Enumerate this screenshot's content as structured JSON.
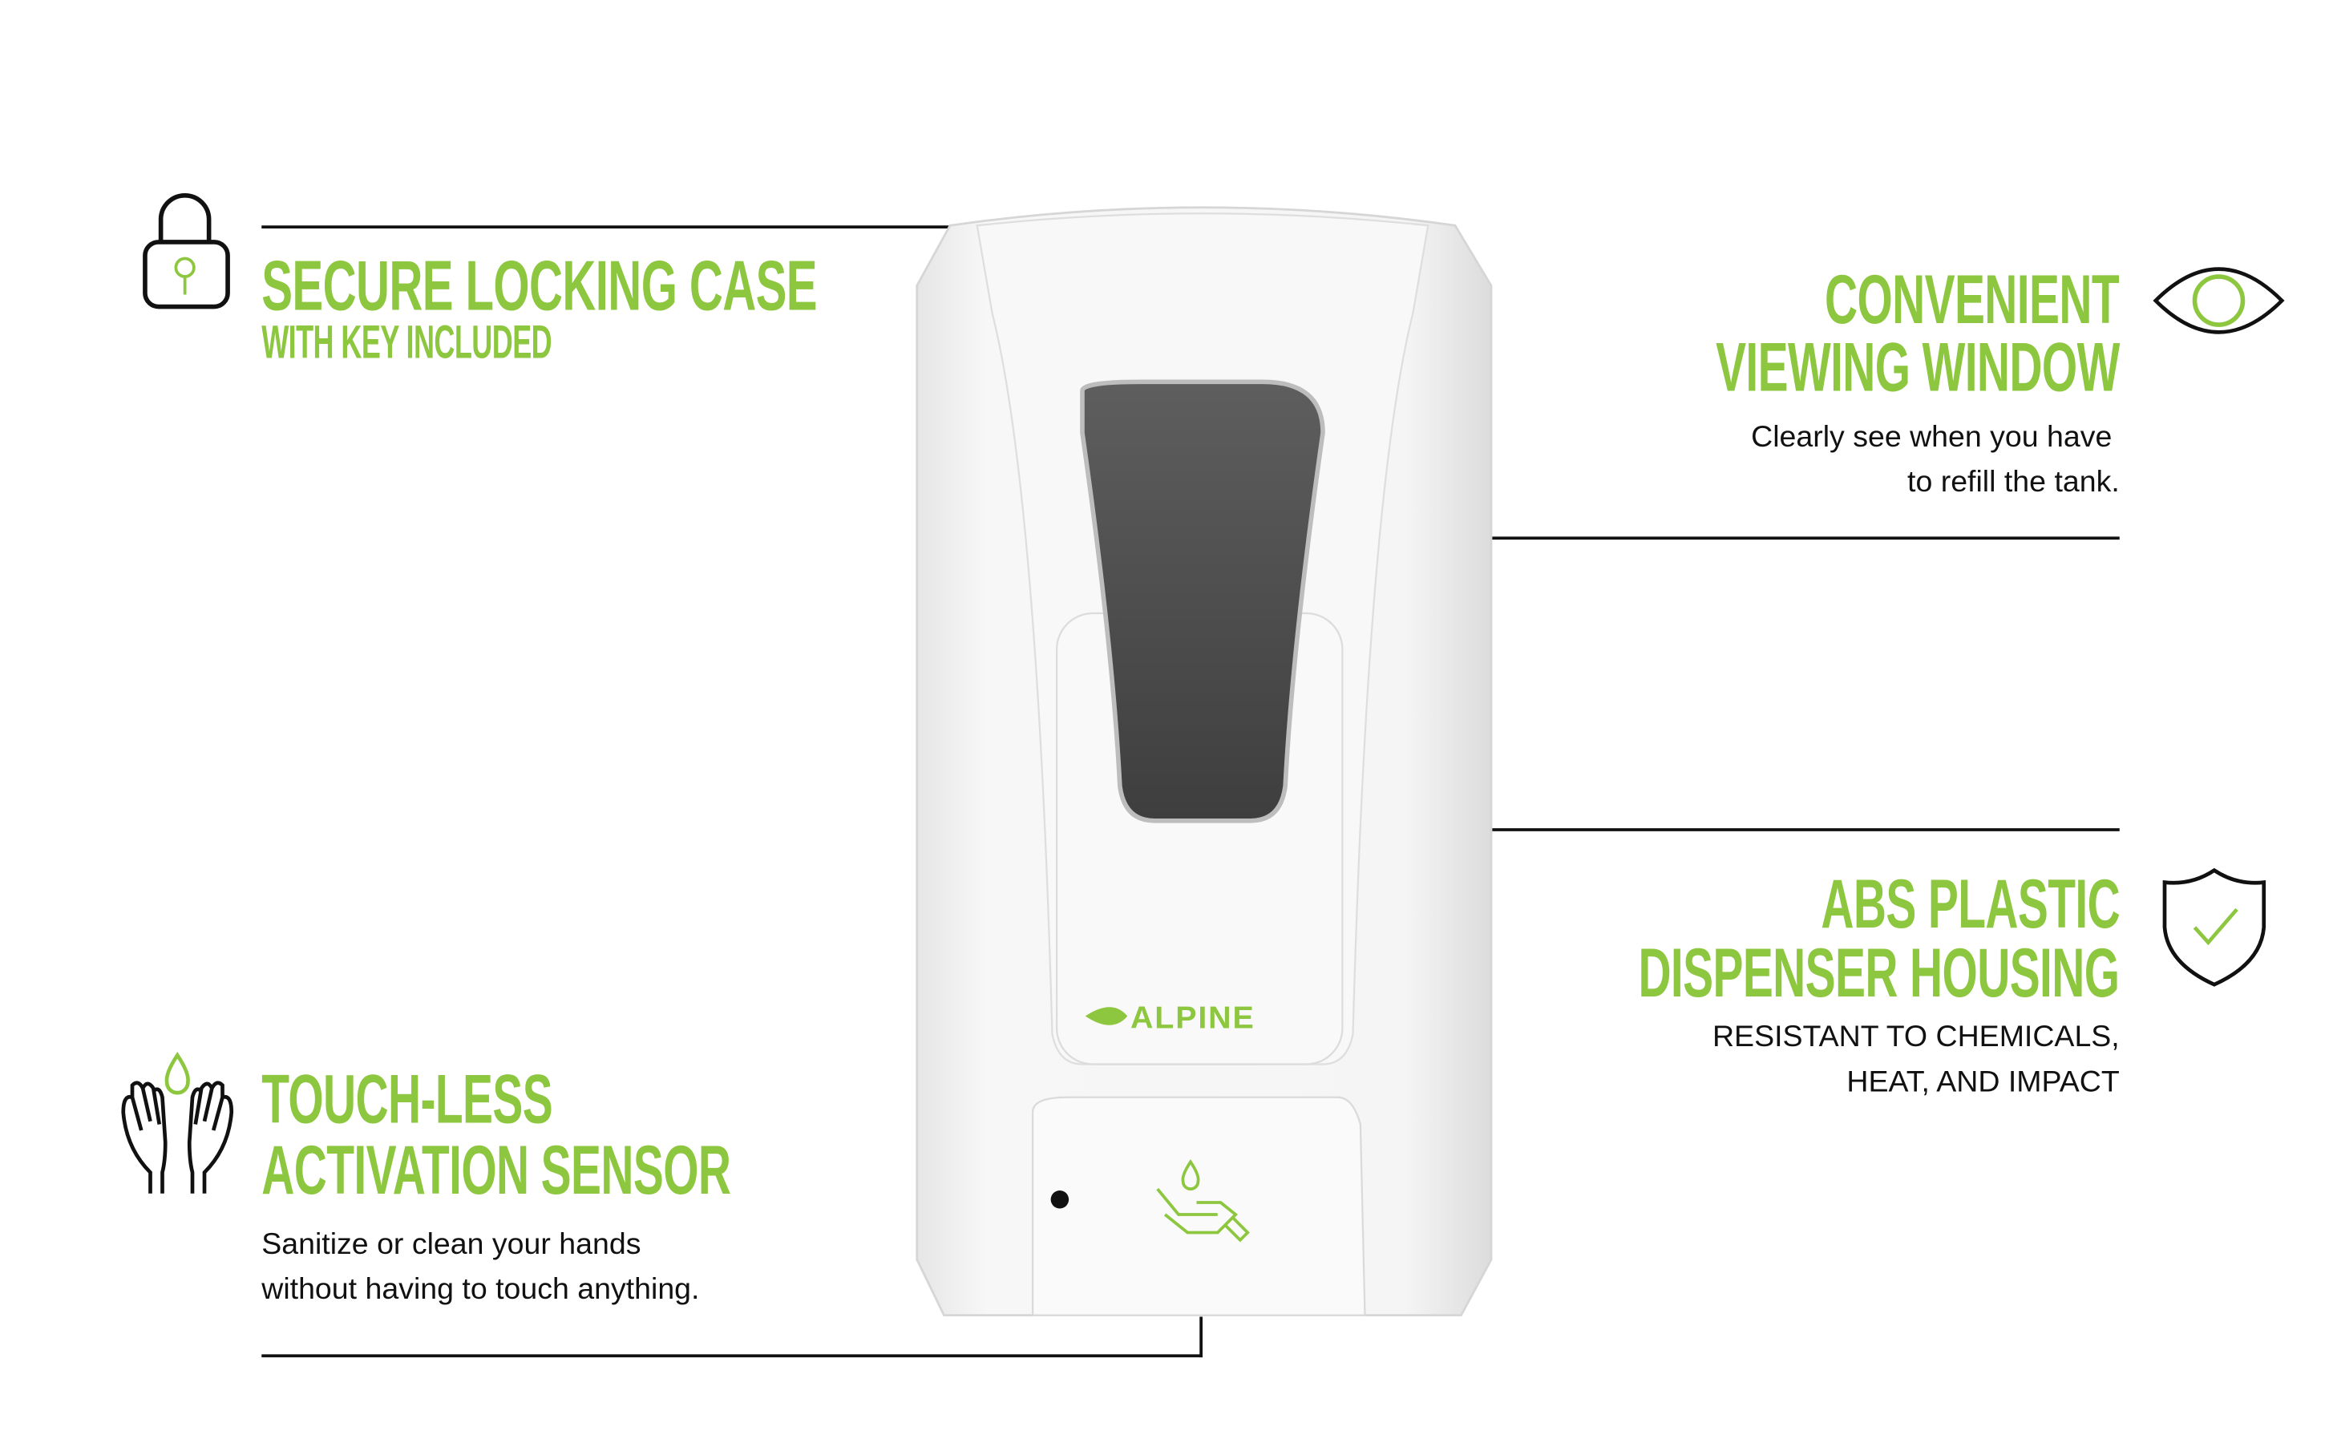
{
  "colors": {
    "accent": "#8dc63f",
    "text": "#111111"
  },
  "features": [
    {
      "icon": "lock-icon",
      "title": "SECURE LOCKING CASE",
      "subtitle": "WITH KEY INCLUDED"
    },
    {
      "icon": "eye-icon",
      "title_lines": [
        "CONVENIENT",
        "VIEWING WINDOW"
      ],
      "body_lines": [
        "Clearly see when you have",
        "to refill the tank."
      ]
    },
    {
      "icon": "shield-check-icon",
      "title_lines": [
        "ABS PLASTIC",
        "DISPENSER HOUSING"
      ],
      "body_lines": [
        "RESISTANT TO CHEMICALS,",
        "HEAT, AND IMPACT"
      ]
    },
    {
      "icon": "hands-drop-icon",
      "title_lines": [
        "TOUCH-LESS",
        "ACTIVATION SENSOR"
      ],
      "body_lines": [
        "Sanitize or clean your hands",
        "without having to touch anything."
      ]
    }
  ],
  "product": {
    "brand": "ALPINE"
  }
}
